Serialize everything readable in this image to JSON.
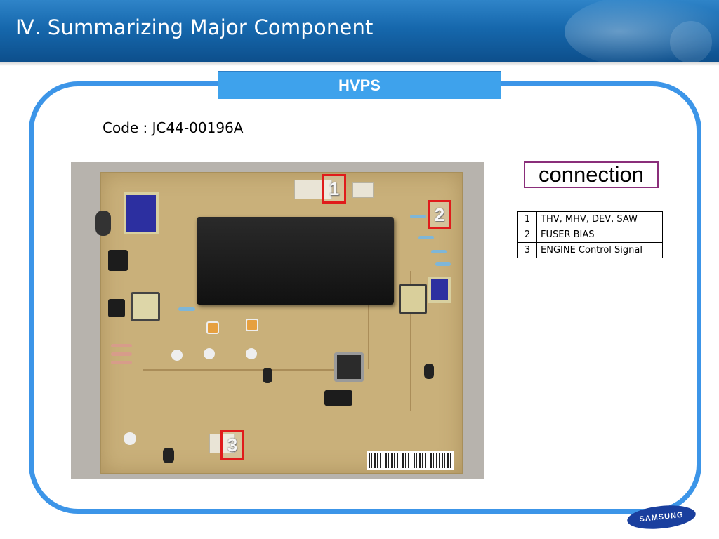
{
  "slide": {
    "title": "Ⅳ. Summarizing Major Component",
    "section": "HVPS",
    "code": "Code : JC44-00196A",
    "connection_label": "connection"
  },
  "markers": [
    "1",
    "2",
    "3"
  ],
  "connections": [
    {
      "num": "1",
      "desc": "THV, MHV, DEV, SAW"
    },
    {
      "num": "2",
      "desc": "FUSER BIAS"
    },
    {
      "num": "3",
      "desc": "ENGINE Control Signal"
    }
  ],
  "logo": "SAMSUNG",
  "colors": {
    "header": "#1668ad",
    "frame": "#3c95e8",
    "section_tab": "#3ea2ec",
    "marker_border": "#e01b1b",
    "connection_border": "#8a2e7a",
    "logo": "#1a3f9e"
  }
}
